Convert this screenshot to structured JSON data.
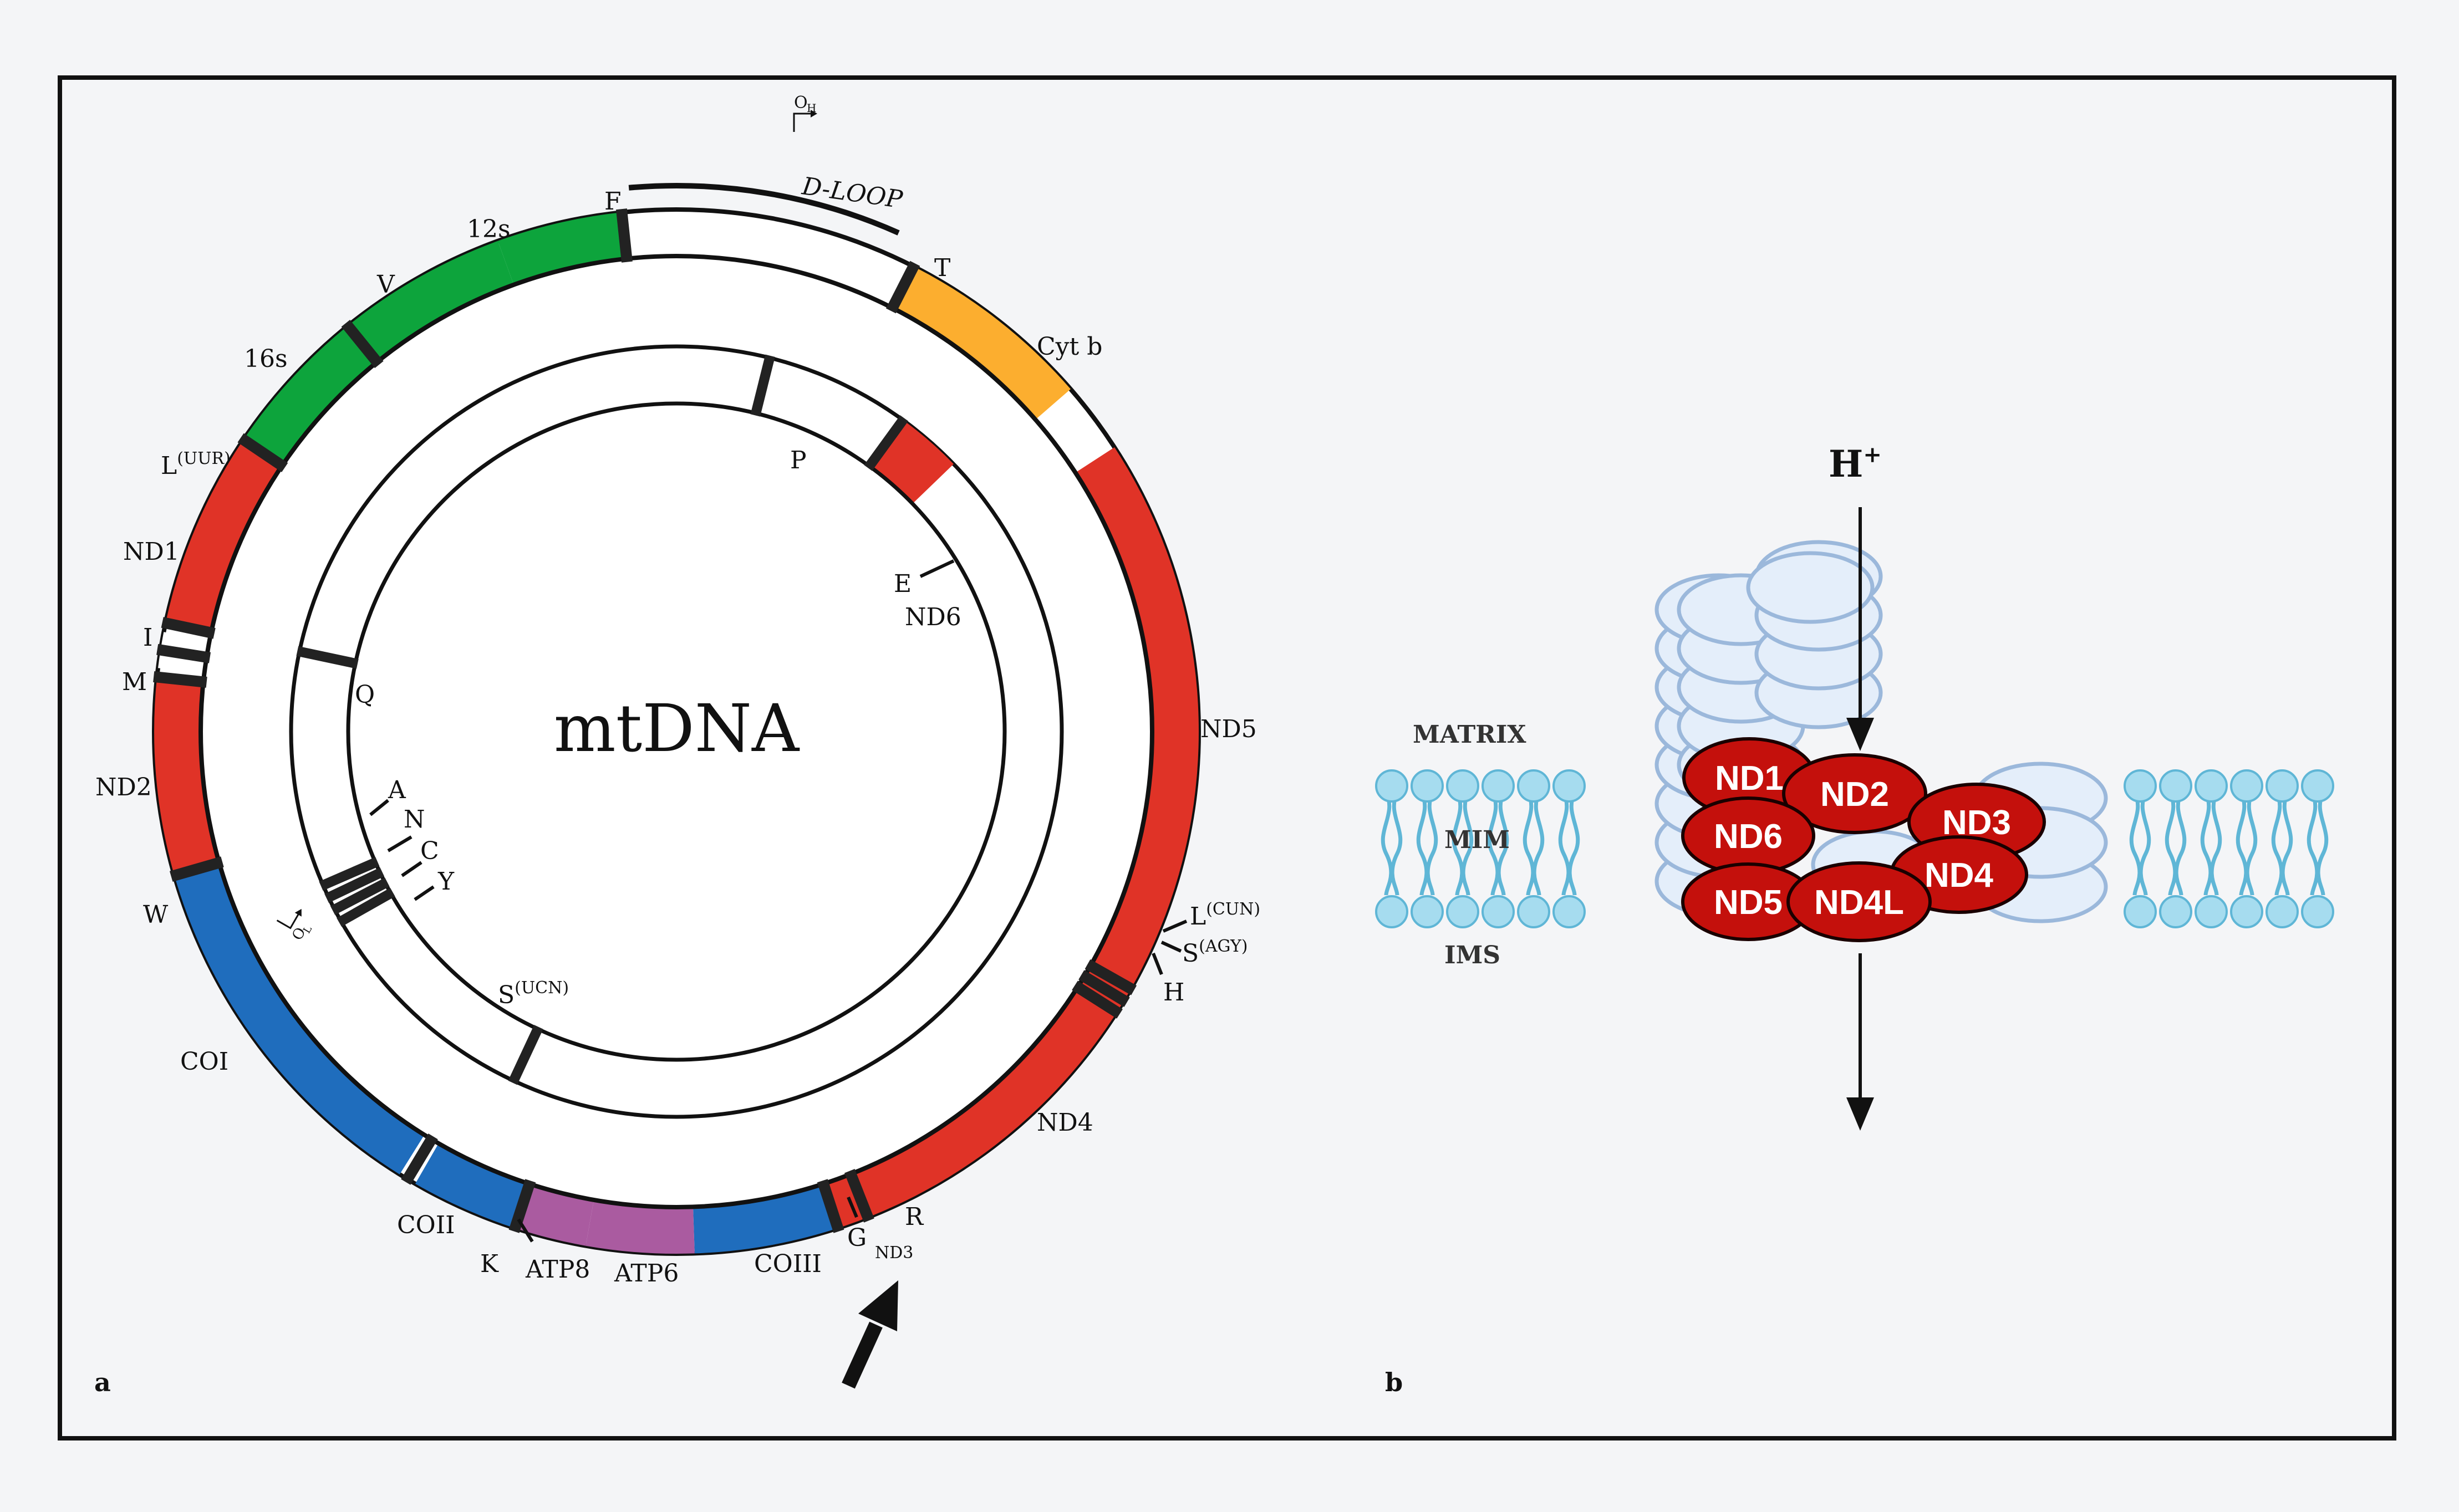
{
  "panel_labels": {
    "a": "a",
    "b": "b"
  },
  "center_label": "mtDNA",
  "d_loop": "D-LOOP",
  "origins": {
    "heavy": "O",
    "heavy_sub": "H",
    "light": "O",
    "light_sub": "L"
  },
  "outer_labels": {
    "F": "F",
    "T": "T",
    "cytb": "Cyt b",
    "s12": "12s",
    "V": "V",
    "s16": "16s",
    "L_UUR": "L",
    "L_UUR_sup": "(UUR)",
    "ND1": "ND1",
    "I": "I",
    "M": "M",
    "ND2": "ND2",
    "W": "W",
    "COI": "COI",
    "COII": "COII",
    "K": "K",
    "ATP8": "ATP8",
    "ATP6": "ATP6",
    "COIII": "COIII",
    "G": "G",
    "ND3": "ND3",
    "R": "R",
    "ND4": "ND4",
    "H": "H",
    "S_AGY": "S",
    "S_AGY_sup": "(AGY)",
    "L_CUN": "L",
    "L_CUN_sup": "(CUN)",
    "ND5": "ND5"
  },
  "inner_labels": {
    "P": "P",
    "E": "E",
    "ND6": "ND6",
    "Q": "Q",
    "A": "A",
    "N": "N",
    "C": "C",
    "Y": "Y",
    "S_UCN": "S",
    "S_UCN_sup": "(UCN)"
  },
  "membrane": {
    "matrix": "MATRIX",
    "mim": "MIM",
    "ims": "IMS",
    "proton": "H",
    "proton_sup": "+"
  },
  "complex_subunits": [
    "ND1",
    "ND2",
    "ND3",
    "ND4",
    "ND4L",
    "ND5",
    "ND6"
  ],
  "colors": {
    "rrna": "#0da43c",
    "nd": "#e03327",
    "cytb": "#fcae2f",
    "co": "#1f6dbd",
    "atp": "#aa5ba0",
    "trna": "#222222",
    "nd_subunit": "#c4100c",
    "lipid": "#a6dcef",
    "cylinder": "#e4eefa",
    "cylinder_edge": "#9bb8db"
  }
}
